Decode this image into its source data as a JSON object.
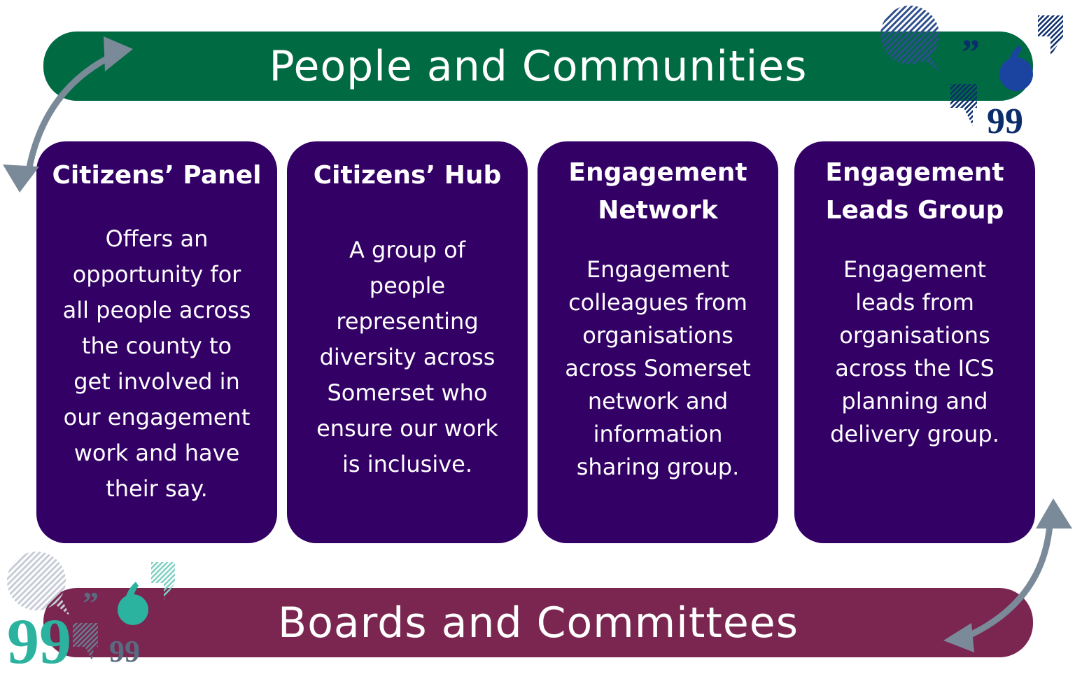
{
  "top_band": {
    "label": "People and Communities",
    "color": "#006a43"
  },
  "bottom_band": {
    "label": "Boards and Committees",
    "color": "#7a2650"
  },
  "card_color": "#330066",
  "arrow_color": "#7a8a98",
  "cards": [
    {
      "title": "Citizens’ Panel",
      "body": "Offers an\nopportunity for\nall people across\nthe county to\nget involved in\nour engagement\nwork and have\ntheir say."
    },
    {
      "title": "Citizens’ Hub",
      "body": "A group of\npeople\nrepresenting\ndiversity across\nSomerset who\nensure our work\nis inclusive."
    },
    {
      "title": "Engagement\nNetwork",
      "body": "Engagement\ncolleagues from\norganisations\nacross Somerset\nnetwork and\ninformation\nsharing group."
    },
    {
      "title": "Engagement\nLeads Group",
      "body": "Engagement\nleads from\norganisations\nacross the ICS\nplanning and\ndelivery group."
    }
  ],
  "icons": [
    "speech-bubble-icon",
    "quote-mark-icon",
    "curved-double-arrow-icon"
  ]
}
